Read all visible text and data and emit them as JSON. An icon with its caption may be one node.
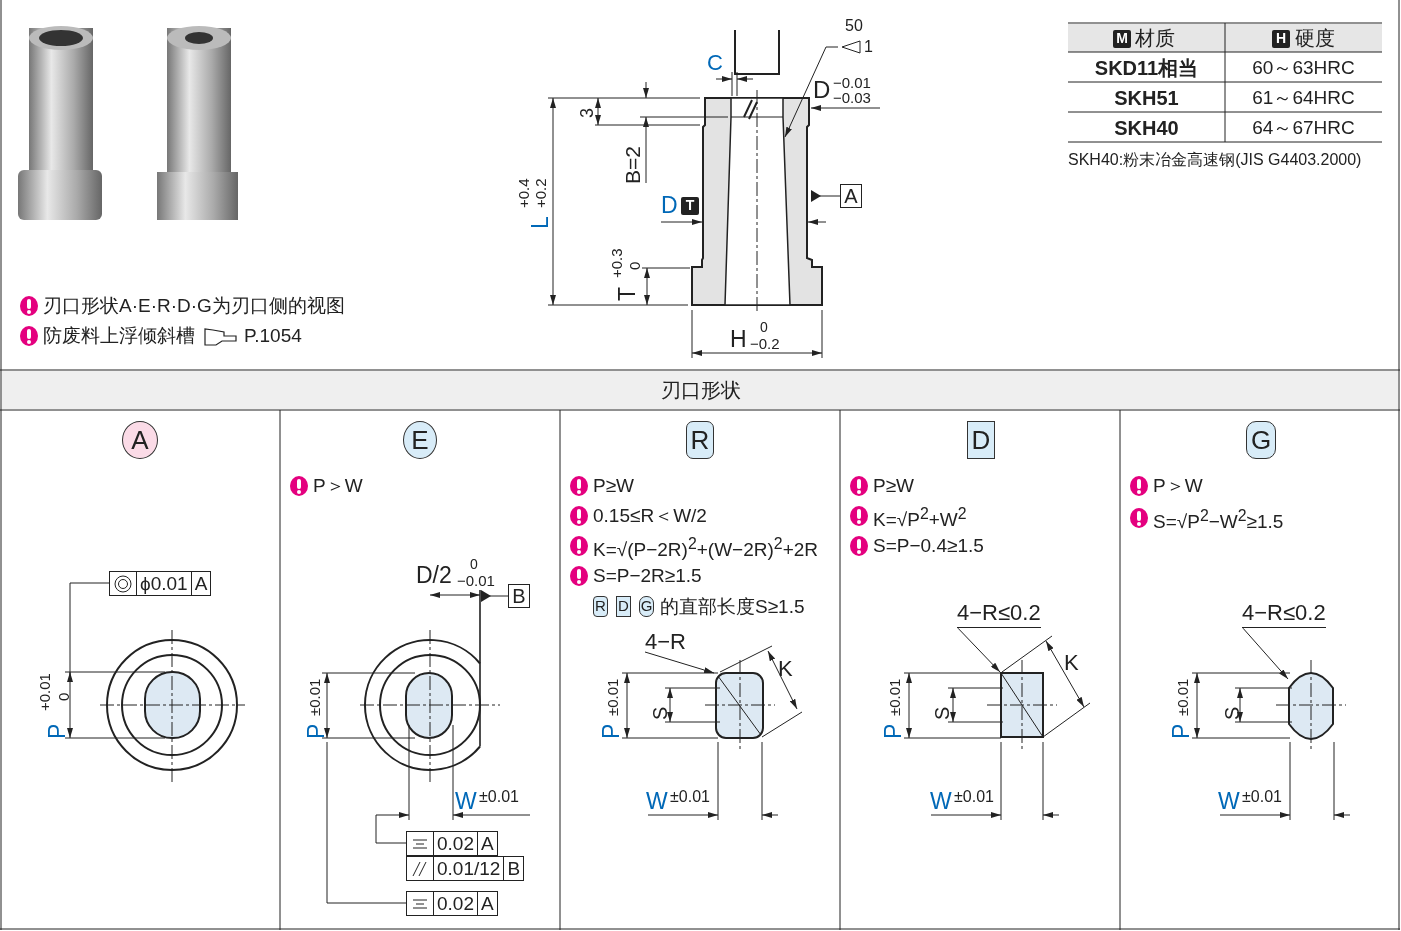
{
  "diagram": {
    "nodes": [
      {
        "text": [
          "50",
          "1"
        ]
      },
      {
        "text": [
          "A"
        ]
      },
      {
        "text": [
          "T"
        ],
        "beside": [
          "D"
        ]
      },
      {
        "text": [
          "M"
        ]
      },
      {
        "text": [
          "H"
        ]
      },
      {
        "text": [
          "A"
        ]
      },
      {
        "text": [
          "ϕ0.01",
          "A"
        ]
      },
      {
        "text": [
          "E"
        ]
      },
      {
        "text": [
          "B"
        ]
      },
      {
        "text": [
          "0.02",
          "A"
        ]
      },
      {
        "text": [
          "0.01/12",
          "B"
        ]
      },
      {
        "text": [
          "0.02",
          "A"
        ]
      },
      {
        "text": [
          "R"
        ]
      },
      {
        "text": [
          "R"
        ]
      },
      {
        "text": [
          "D"
        ]
      },
      {
        "text": [
          "G"
        ]
      },
      {
        "text": [
          "4−R"
        ]
      },
      {
        "text": [
          "D"
        ]
      },
      {
        "text": [
          "4−R≤0.2"
        ]
      },
      {
        "text": [
          "G"
        ]
      },
      {
        "text": [
          "4−R≤0.2"
        ]
      },
      {
        "text": [],
        "shape": "picture"
      },
      {
        "text": [],
        "shape": "bar"
      },
      {
        "text": [
          "P"
        ]
      },
      {
        "text": [
          "P"
        ]
      }
    ],
    "edges": [
      {
        "from": 0,
        "to": 21,
        "arrow": "to"
      },
      {
        "from": 1,
        "to": 21,
        "arrow": "other"
      },
      {
        "from": 6,
        "to": 24,
        "arrow": "none"
      },
      {
        "from": 8,
        "to": 22,
        "arrow": "other"
      },
      {
        "from": 9,
        "to": null,
        "arrow": "none"
      },
      {
        "from": 11,
        "to": 23,
        "arrow": "none"
      },
      {
        "from": 16,
        "to": null,
        "arrow": "to"
      },
      {
        "from": 18,
        "to": null,
        "arrow": "to"
      },
      {
        "from": 20,
        "to": null,
        "arrow": "to"
      }
    ],
    "labels": [
      "刃口形状A·E·R·D·G为刃口侧的视图",
      "防废料上浮倾斜槽",
      "P.1054",
      "C",
      "D",
      "−0.01",
      "−0.03",
      "3",
      "B=2",
      "L",
      "+0.4",
      "+0.2",
      "T",
      "+0.3",
      "0",
      "H",
      "0",
      "−0.2",
      "材质",
      "硬度",
      "SKD11相当",
      "60～63HRC",
      "SKH51",
      "61～64HRC",
      "SKH40",
      "64～67HRC",
      "SKH40:粉末冶金高速钢(JIS G4403.2000)",
      "刃口形状",
      "+0.01",
      "0",
      "P＞W",
      "D/2",
      "0",
      "−0.01",
      "±0.01",
      "W",
      "±0.01",
      "P≥W",
      "0.15≤R＜W/2",
      "K=√(P−2R)$^{2}$+(W−2R)$^{2}$+2R",
      "S=P−2R≥1.5",
      "的直部长度S≥1.5",
      "K",
      "S",
      "P",
      "±0.01",
      "W",
      "±0.01",
      "P≥W",
      "K=√P$^{2}$+W$^{2}$",
      "S=P−0.4≥1.5",
      "K",
      "S",
      "P",
      "±0.01",
      "W",
      "±0.01",
      "P＞W",
      "S=√P$^{2}$−W$^{2}$≥1.5",
      "S",
      "P",
      "±0.01",
      "W",
      "±0.01"
    ]
  }
}
